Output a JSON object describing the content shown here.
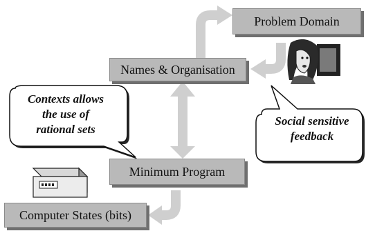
{
  "nodes": {
    "problem_domain": "Problem Domain",
    "names_organisation": "Names & Organisation",
    "minimum_program": "Minimum Program",
    "computer_states": "Computer States (bits)"
  },
  "callouts": {
    "left": {
      "lines": [
        "Contexts allows",
        "the use of",
        "rational sets"
      ]
    },
    "right": {
      "lines": [
        "Social sensitive",
        "feedback"
      ]
    }
  },
  "colors": {
    "box_fill": "#b9b9b9",
    "box_shadow": "#6f6f6f",
    "arrow_fill": "#cfcfcf",
    "text": "#111111"
  },
  "icons": {
    "person": "woman-at-computer-icon",
    "device": "computer-device-icon"
  }
}
